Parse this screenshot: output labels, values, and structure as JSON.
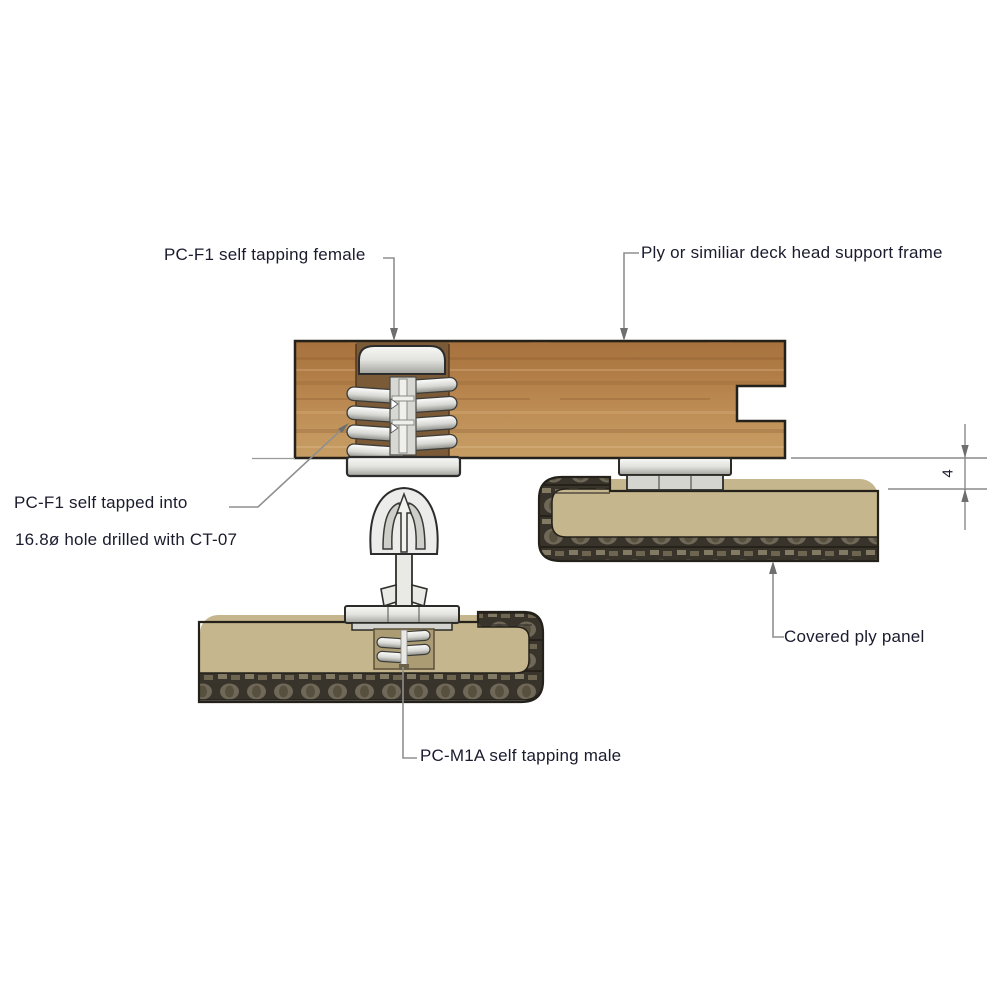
{
  "annotations": {
    "female_insert": {
      "text": "PC-F1 self tapping female"
    },
    "support_frame": {
      "text": "Ply or similiar deck head support frame"
    },
    "tapped_note": {
      "line1": "PC-F1 self tapped into",
      "line2": "16.8ø hole drilled with CT-07"
    },
    "male_fastener": {
      "text": "PC-M1A self tapping male"
    },
    "covered_panel": {
      "text": "Covered ply panel"
    },
    "dimension_gap": {
      "value": "4"
    }
  },
  "parts": [
    {
      "name": "deck-head-support-frame"
    },
    {
      "name": "pcf1-female-insert"
    },
    {
      "name": "pcm1a-male-fastener"
    },
    {
      "name": "covered-ply-panel-lower"
    },
    {
      "name": "covered-ply-panel-upper"
    },
    {
      "name": "frame-panel-connector"
    }
  ],
  "colors": {
    "background": "#ffffff",
    "text": "#1b1b2e",
    "outline": "#24211b",
    "wood_dark": "#a6713d",
    "wood_light": "#c79d64",
    "hole_brown": "#7b5a38",
    "panel_tan": "#c6b68e",
    "fabric_dark": "#39342b",
    "fabric_light": "#6f6757",
    "metal_light": "#f8f8f6",
    "metal_dark": "#a2a29d",
    "leader_gray": "#8f8f8f",
    "arrow_gray": "#6e6e6e"
  }
}
